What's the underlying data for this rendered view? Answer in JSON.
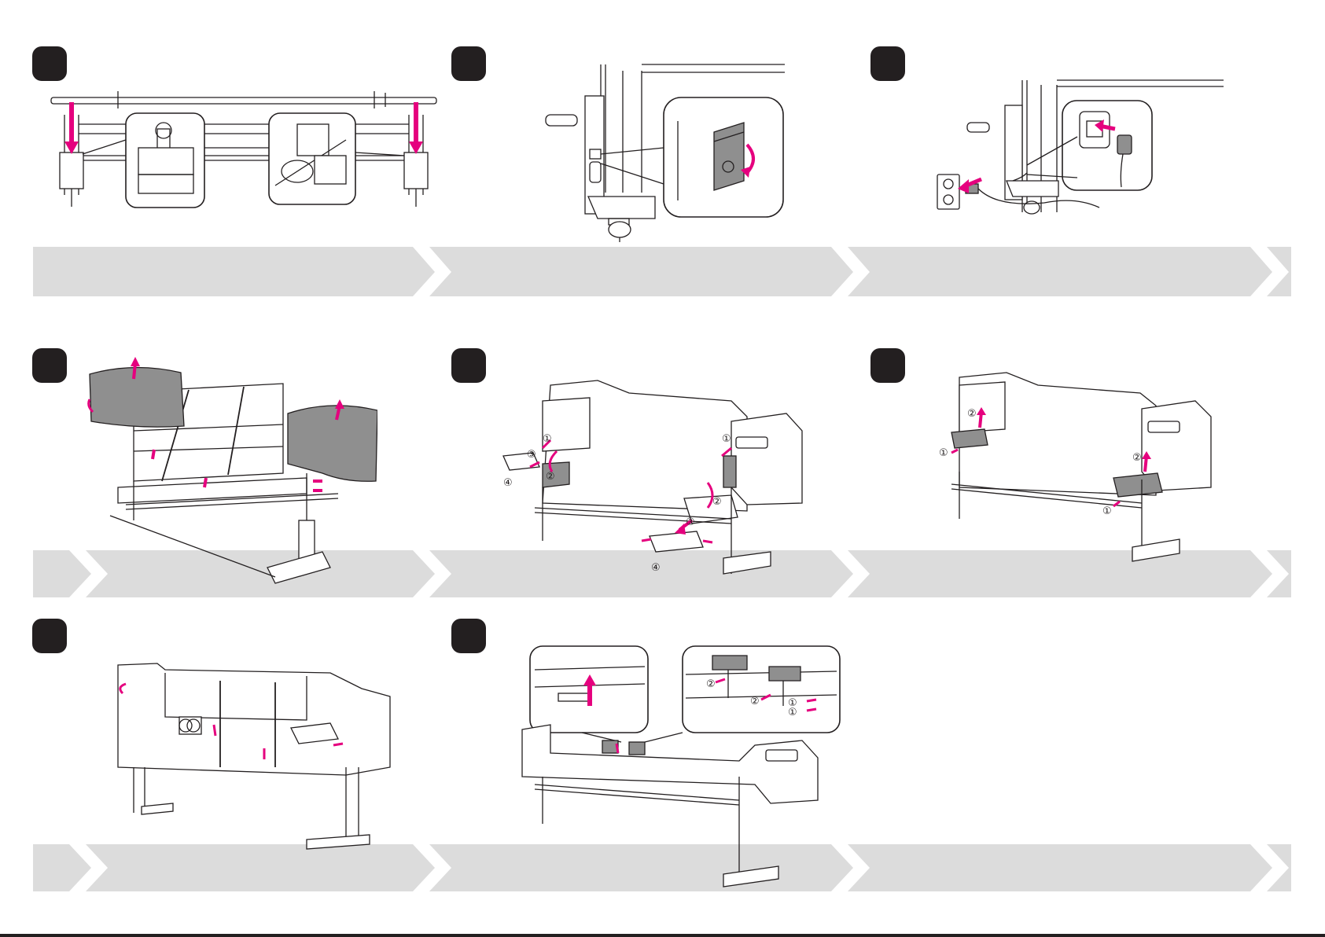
{
  "colors": {
    "accent": "#e5007e",
    "band": "#dcdcdc",
    "badge": "#231f20",
    "line": "#231f20",
    "cover": "#8f8f8f"
  },
  "steps": [
    {
      "number": "",
      "icon": "roll-shaft-mount-illustration"
    },
    {
      "number": "",
      "icon": "power-switch-illustration"
    },
    {
      "number": "",
      "icon": "power-cord-illustration"
    },
    {
      "number": "",
      "icon": "remove-covers-illustration"
    },
    {
      "number": "",
      "icon": "remove-side-trays-illustration"
    },
    {
      "number": "",
      "icon": "attach-trays-illustration"
    },
    {
      "number": "",
      "icon": "remove-tape-illustration"
    },
    {
      "number": "",
      "icon": "remove-protective-parts-illustration"
    }
  ],
  "callouts": {
    "one": "①",
    "two": "②",
    "three": "③",
    "four": "④"
  }
}
